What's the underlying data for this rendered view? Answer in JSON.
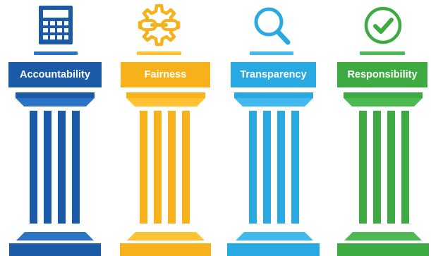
{
  "pillars": [
    {
      "label": "Accountability",
      "icon": "calculator-icon",
      "color": "#1a5aa6",
      "light_color": "#2b73c4"
    },
    {
      "label": "Fairness",
      "icon": "gear-chain-icon",
      "color": "#f7b21b",
      "light_color": "#ffc233"
    },
    {
      "label": "Transparency",
      "icon": "magnifier-icon",
      "color": "#29a9e2",
      "light_color": "#41b8ee"
    },
    {
      "label": "Responsibility",
      "icon": "checkmark-circle-icon",
      "color": "#3dab41",
      "light_color": "#4cba50"
    }
  ]
}
